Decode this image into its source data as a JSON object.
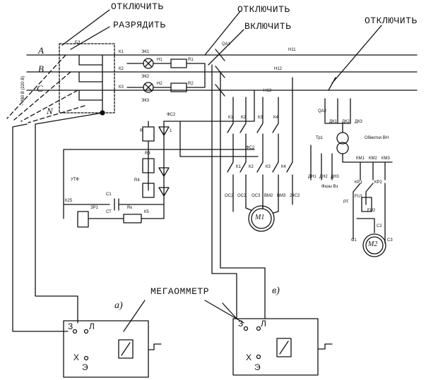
{
  "labels": {
    "disconnect_left": "ОТКЛЮЧИТЬ",
    "discharge": "РАЗРЯДИТЬ",
    "disconnect_mid": "ОТКЛЮЧИТЬ",
    "connect": "ВКЛЮЧИТЬ",
    "disconnect_right": "ОТКЛЮЧИТЬ",
    "megohmmeter": "МЕГАОММЕТР",
    "voltage": "~ 380 В (220 В)"
  },
  "phases": [
    "А",
    "В",
    "С",
    "N"
  ],
  "variants": {
    "a": "а)",
    "b": "в)"
  },
  "megger_terminals": {
    "earth": "З",
    "line": "Л",
    "screen_x": "Х",
    "screen_e": "Э"
  },
  "motors": {
    "m1": "М1",
    "m2": "М2"
  },
  "component_codes": {
    "bus_switch": "БЗ",
    "k1": "К1",
    "k2": "К2",
    "k3": "К3",
    "ek1": "ЭК1",
    "ek2": "ЭК2",
    "ek3": "ЭК3",
    "hl1": "Н1",
    "hl2": "Н2",
    "r1": "R1",
    "r2": "R2",
    "qa1": "QA1",
    "h11": "Н11",
    "h12": "Н12",
    "h13": "Н13",
    "qa2": "QA2",
    "dk1": "ДК1",
    "dk2": "ДК2",
    "dk3": "ДК3",
    "fc2": "ФС2",
    "fc2b": "ФС2",
    "r": "R",
    "d1": "1",
    "r3": "R3",
    "r4": "R4",
    "c1": "С1",
    "ut": "УТФ",
    "zr1": "ЗР1",
    "ct": "СТ",
    "rk": "Rк",
    "k5": "К5",
    "k25": "К25",
    "kf1": "К1",
    "kf2": "К2",
    "kf3": "К3",
    "kf4": "К4",
    "kl1": "К1",
    "kl2": "К2",
    "kl3": "К3",
    "kl4": "К4",
    "oc2": "ОС2",
    "oc2b": "ОС2",
    "oc3": "ОС3",
    "bm2": "ВМ2",
    "bm3": "ВМ3",
    "pm2": "24С2",
    "tp1": "Тр1",
    "ob": "Обмотки ВН",
    "phase_ob": "Фазы Вз",
    "dn1": "ДН1",
    "dn2": "ДН2",
    "dn3": "ДН3",
    "km1": "КМ1",
    "km2": "КМ2",
    "km3": "КМ3",
    "kr1": "КР1",
    "kr2": "КР2",
    "fu1": "FU1",
    "fu2": "FU2",
    "rt": "РТ",
    "c1b": "С1",
    "c2": "С2",
    "c3": "С3"
  }
}
